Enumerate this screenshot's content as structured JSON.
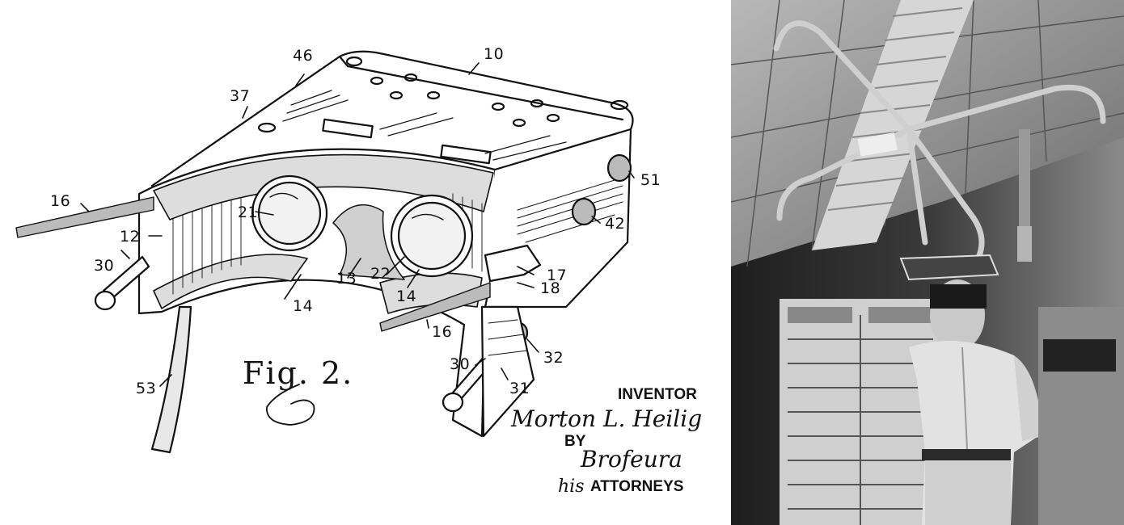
{
  "patent_figure": {
    "figure_label": "Fig. 2.",
    "reference_numbers": [
      "10",
      "46",
      "37",
      "51",
      "16",
      "21",
      "42",
      "12",
      "30",
      "17",
      "13",
      "22",
      "14",
      "14",
      "18",
      "16",
      "32",
      "30",
      "31",
      "53"
    ],
    "inventor_heading": "INVENTOR",
    "inventor_signature": "Morton L. Heilig",
    "by_label": "BY",
    "attorney_signature": "Brofeura",
    "attorneys_prefix": "his",
    "attorneys_label": "ATTORNEYS"
  },
  "photo": {
    "subject": "man-wearing-head-mounted-display",
    "colors": {
      "background": "#2a2a2a",
      "ceiling": "#9a9a9a",
      "shirt": "#e2e2e2"
    }
  }
}
